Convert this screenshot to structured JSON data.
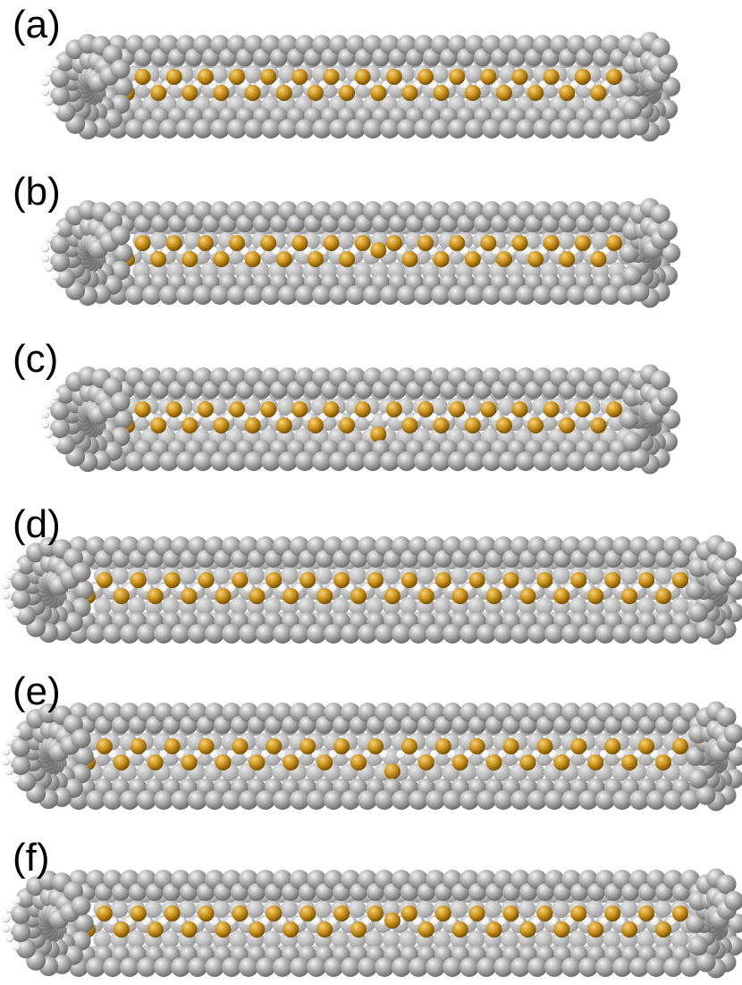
{
  "colors": {
    "carbon": "#a9a9a9",
    "carbon_dark": "#7f7f7f",
    "carbon_light": "#e6e6e6",
    "sulfur": "#c9901a",
    "sulfur_dark": "#8a5f08",
    "hydrogen": "#ffffff",
    "background": "#ffffff"
  },
  "panels": [
    {
      "label": "(a)",
      "defect": false,
      "atoms_per_row": 16
    },
    {
      "label": "(b)",
      "defect": true,
      "atoms_per_row": 16
    },
    {
      "label": "(c)",
      "defect": true,
      "atoms_per_row": 16
    },
    {
      "label": "(d)",
      "defect": false,
      "atoms_per_row": 18
    },
    {
      "label": "(e)",
      "defect": true,
      "atoms_per_row": 18
    },
    {
      "label": "(f)",
      "defect": true,
      "atoms_per_row": 18
    }
  ]
}
